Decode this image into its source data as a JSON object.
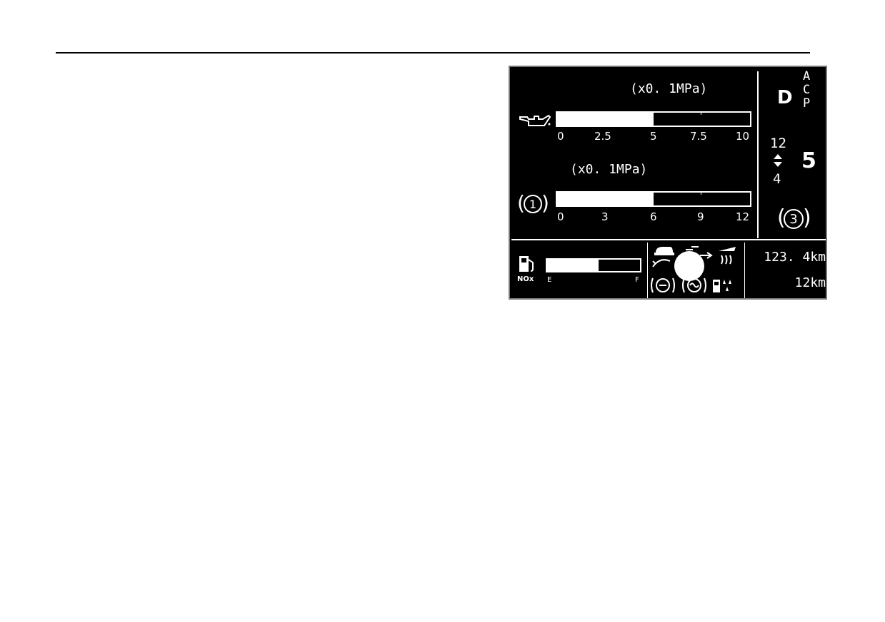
{
  "gauges": {
    "oil": {
      "unit": "(x0. 1MPa)",
      "icon": "oil-can-icon",
      "ticks": [
        "0",
        "2.5",
        "5",
        "7.5",
        "10"
      ],
      "level": 0.5
    },
    "air": {
      "unit": "(x0. 1MPa)",
      "icon_label": "1",
      "ticks": [
        "0",
        "3",
        "6",
        "9",
        "12"
      ],
      "level": 0.5
    }
  },
  "transmission": {
    "mode": "D",
    "modes": [
      "A",
      "C",
      "P"
    ],
    "range_top": "12",
    "range_bottom": "4",
    "current_gear": "5",
    "indicator_label": "3"
  },
  "fuel": {
    "label_nox": "NOx",
    "empty": "E",
    "full": "F",
    "level": 0.55
  },
  "odometer": {
    "trip": "123. 4km",
    "range": "12km"
  },
  "colors": {
    "screen_bg": "#000000",
    "foreground": "#ffffff",
    "page_bg": "#ffffff"
  }
}
